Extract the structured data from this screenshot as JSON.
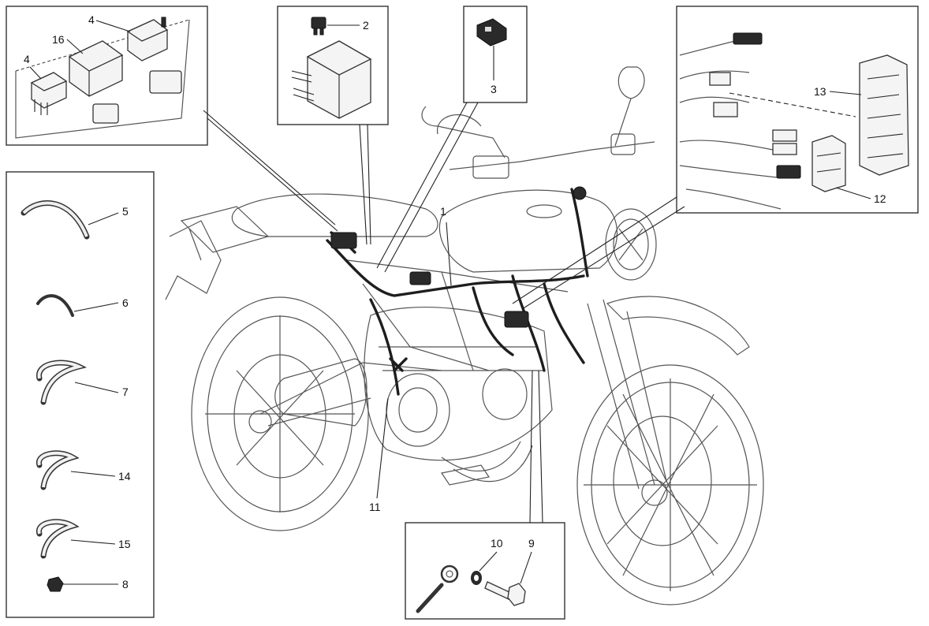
{
  "callouts": {
    "n1": "1",
    "n2": "2",
    "n3": "3",
    "n4a": "4",
    "n4b": "4",
    "n5": "5",
    "n6": "6",
    "n7": "7",
    "n8": "8",
    "n9": "9",
    "n10": "10",
    "n11": "11",
    "n12": "12",
    "n13": "13",
    "n14": "14",
    "n15": "15",
    "n16": "16"
  }
}
